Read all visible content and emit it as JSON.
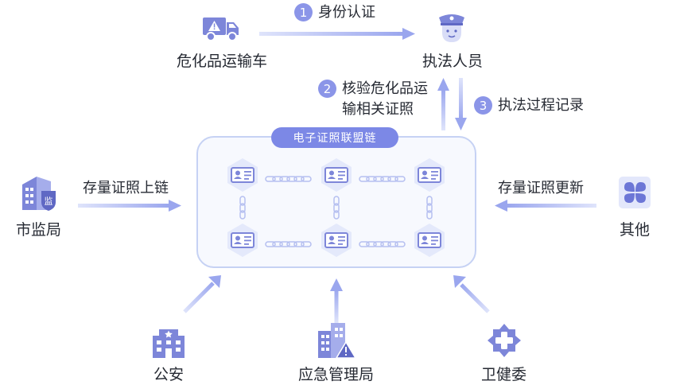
{
  "nodes": {
    "truck": "危化品运输车",
    "officer": "执法人员",
    "market_bureau": "市监局",
    "other": "其他",
    "police": "公安",
    "emergency": "应急管理局",
    "health": "卫健委"
  },
  "badge_text": "监",
  "chain_title": "电子证照联盟链",
  "steps": [
    {
      "num": "1",
      "text": "身份认证"
    },
    {
      "num": "2",
      "text": "核验危化品运\n输相关证照"
    },
    {
      "num": "3",
      "text": "执法过程记录"
    }
  ],
  "flows": {
    "upload": "存量证照上链",
    "update": "存量证照更新"
  },
  "colors": {
    "accent": "#7c88e6",
    "icon": "#7d86d9",
    "arrow": "#a9b4ef",
    "box_border": "#c6d2f4"
  },
  "icons": [
    "truck-icon",
    "police-officer-icon",
    "government-building-icon",
    "clover-icon",
    "police-station-icon",
    "warning-building-icon",
    "health-cross-icon",
    "id-card-icon",
    "chain-link-icon"
  ]
}
